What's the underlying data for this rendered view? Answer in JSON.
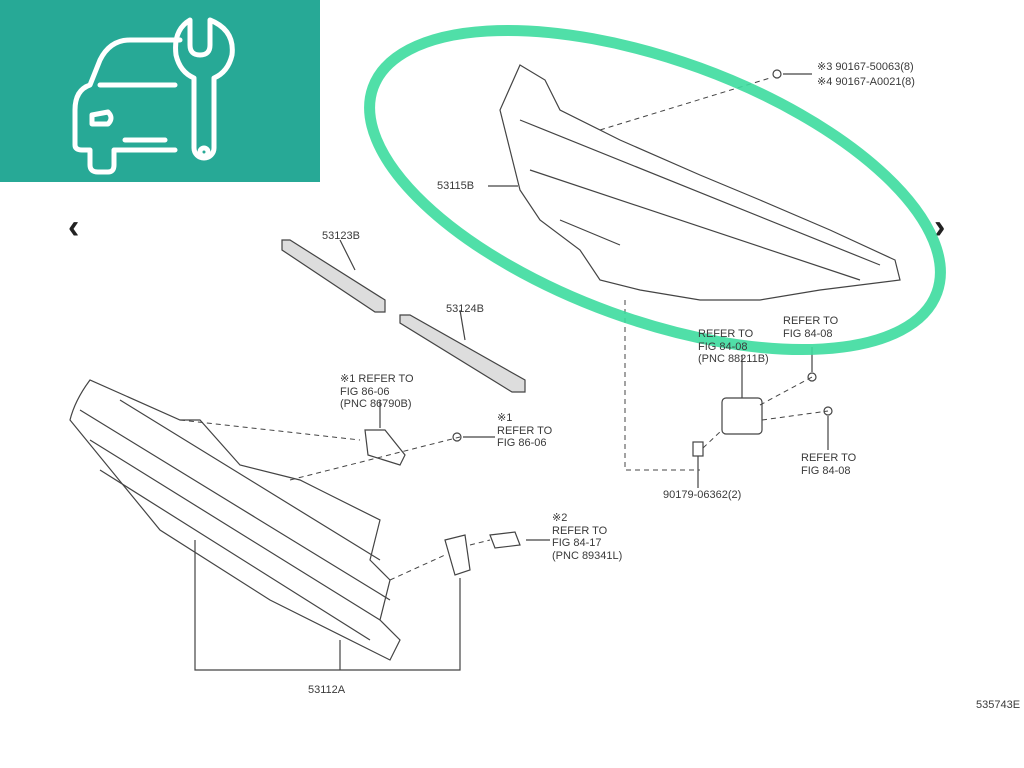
{
  "banner": {
    "icon": "car-wrench-icon",
    "color": "#27a996"
  },
  "navigation": {
    "prev_icon": "chevron-left-icon",
    "next_icon": "chevron-right-icon"
  },
  "highlight": {
    "color": "#3ddc9f",
    "shape": "ellipse"
  },
  "labels": {
    "bolt_note_3": "※3 90167-50063(8)",
    "bolt_note_4": "※4 90167-A0021(8)",
    "part_53115B": "53115B",
    "part_53123B": "53123B",
    "part_53124B": "53124B",
    "part_53112A": "53112A",
    "sensor_ref": "REFER TO\nFIG 84-08\n(PNC 88211B)",
    "sensor_bolt_top_ref": "REFER TO\nFIG 84-08",
    "sensor_bolt_right_ref": "REFER TO\nFIG 84-08",
    "clip_90179": "90179-06362(2)",
    "camera_bracket_ref": "※1 REFER TO\nFIG 86-06\n(PNC 86790B)",
    "camera_screw_ref": "※1\nREFER TO\nFIG 86-06",
    "sensor_2_ref": "※2\nREFER TO\nFIG 84-17\n(PNC 89341L)",
    "figure_id": "535743E"
  }
}
